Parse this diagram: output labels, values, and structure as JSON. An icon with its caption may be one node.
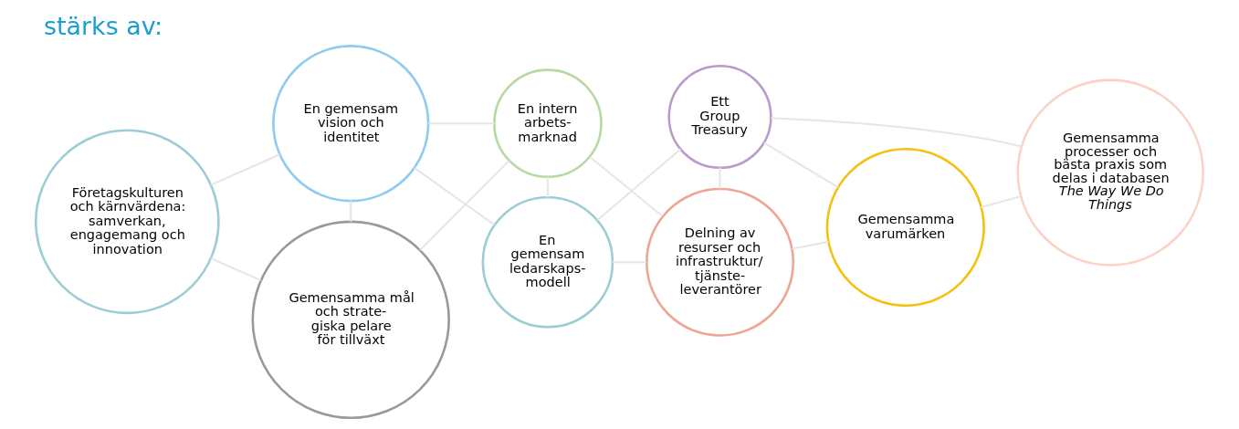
{
  "diagram": {
    "title": "stärks av:",
    "nodes": [
      {
        "text": [
          "Företagskulturen och kärnvärdena: samverkan, engagemang och innovation"
        ]
      },
      {
        "text": [
          "En gemensam vision och identitet"
        ]
      },
      {
        "text": [
          "Gemensamma mål och strate- giska pelare för tillväxt"
        ]
      },
      {
        "text": [
          "En intern arbets- marknad"
        ]
      },
      {
        "text": [
          "En gemensam ledarskaps- modell"
        ]
      },
      {
        "text": [
          "Delning av resurser och infrastruktur/ tjänste- leverantörer"
        ]
      },
      {
        "text": [
          "Ett Group Treasury"
        ]
      },
      {
        "text": [
          "Gemensamma varumärken"
        ]
      },
      {
        "text": [
          "Gemensamma processer och bästa praxis som delas i databasen *The Way We Do Things*"
        ]
      }
    ],
    "edges": [
      {
        "from": 0,
        "to": 1,
        "arrow": "none"
      },
      {
        "from": 0,
        "to": 2,
        "arrow": "none"
      },
      {
        "from": 1,
        "to": 2,
        "arrow": "none"
      },
      {
        "from": 1,
        "to": 4,
        "arrow": "none"
      },
      {
        "from": 1,
        "to": 3,
        "arrow": "none"
      },
      {
        "from": 2,
        "to": 3,
        "arrow": "none"
      },
      {
        "from": 3,
        "to": 4,
        "arrow": "none"
      },
      {
        "from": 3,
        "to": 5,
        "arrow": "none"
      },
      {
        "from": 4,
        "to": 5,
        "arrow": "none"
      },
      {
        "from": 4,
        "to": 6,
        "arrow": "none"
      },
      {
        "from": 6,
        "to": 5,
        "arrow": "none"
      },
      {
        "from": 6,
        "to": 7,
        "arrow": "none"
      },
      {
        "from": 6,
        "to": 8,
        "arrow": "none"
      },
      {
        "from": 5,
        "to": 7,
        "arrow": "none"
      },
      {
        "from": 7,
        "to": 8,
        "arrow": "none"
      }
    ]
  }
}
